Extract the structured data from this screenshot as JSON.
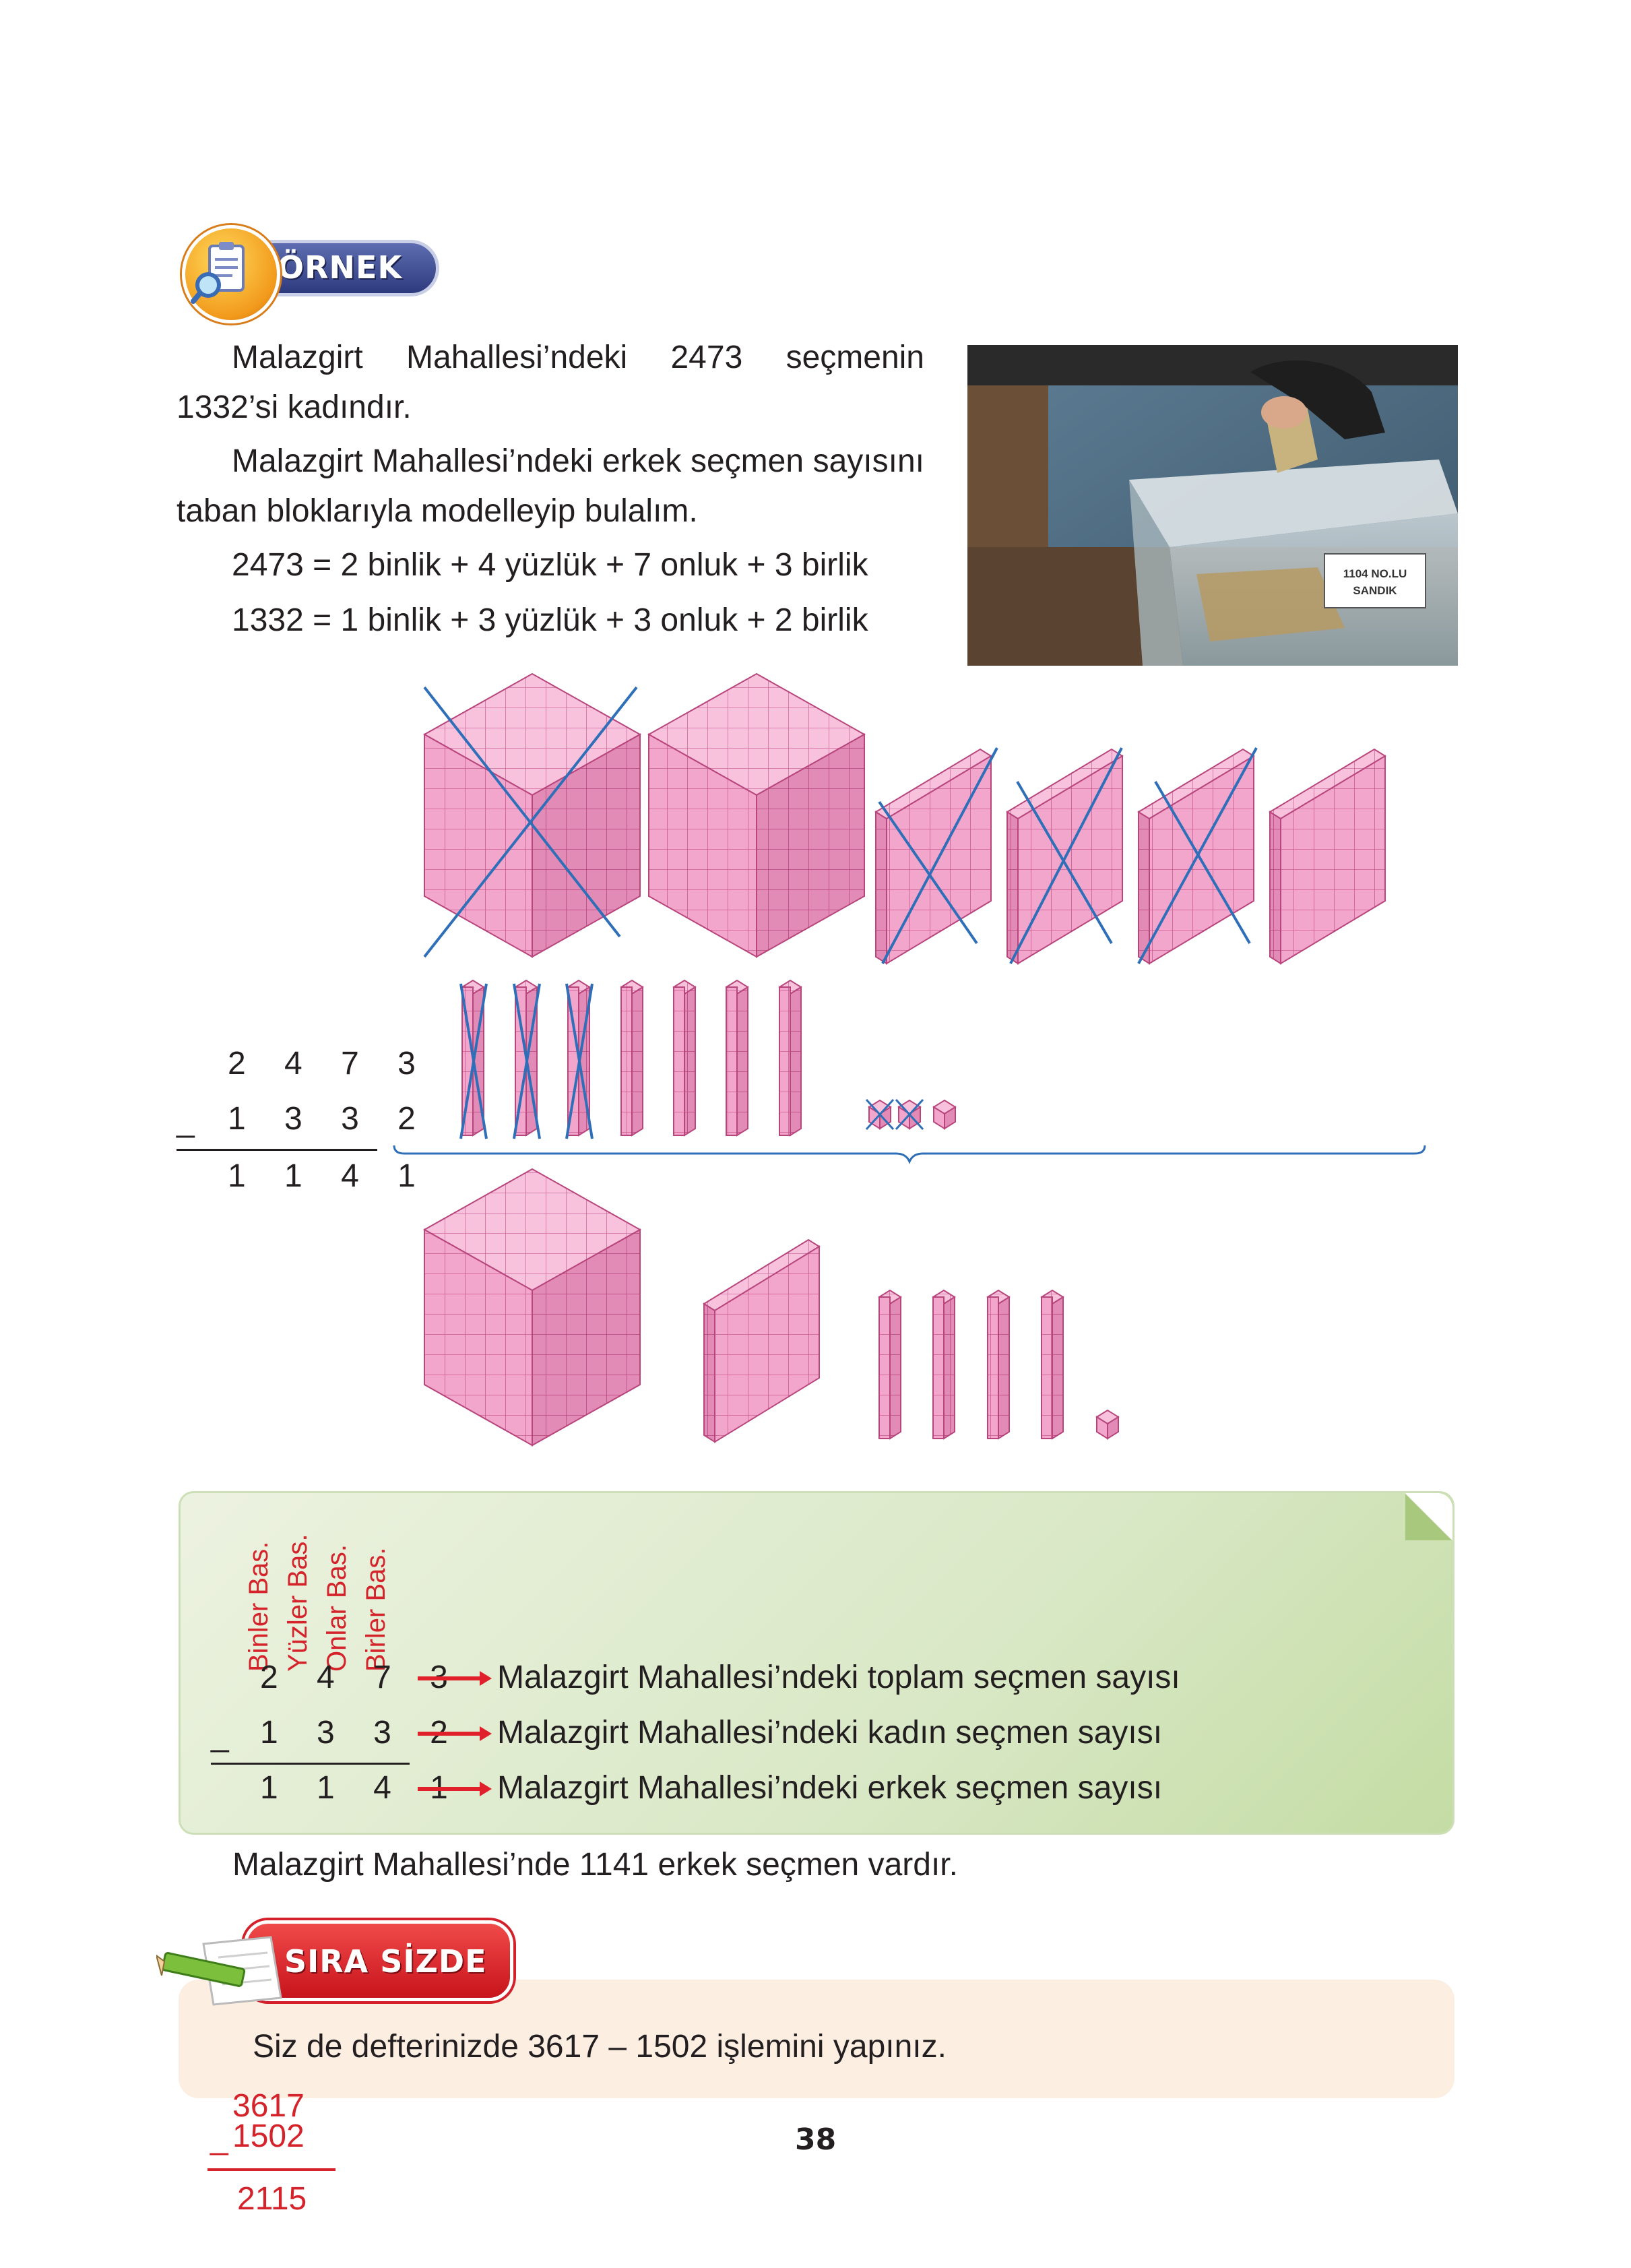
{
  "badge": {
    "label": "ÖRNEK",
    "icon": "clipboard-magnifier-icon"
  },
  "problem": {
    "sentence1": "Malazgirt Mahallesi’ndeki 2473 seçmenin 1332’si kadındır.",
    "sentence2": "Malazgirt Mahallesi’ndeki erkek seçmen sayısını taban bloklarıyla modelleyip bulalım.",
    "eq1": "2473 = 2 binlik + 4 yüzlük + 7 onluk + 3 birlik",
    "eq2": "1332 = 1 binlik + 3 yüzlük + 3 onluk + 2 birlik"
  },
  "photo": {
    "sign_line1": "1104 NO.LU",
    "sign_line2": "SANDIK"
  },
  "subtraction": {
    "top": "2 4 7 3",
    "bottom": "1 3 3 2",
    "minus": "_",
    "result": "1 1 4 1"
  },
  "place_value": {
    "headers": [
      "Binler Bas.",
      "Yüzler Bas.",
      "Onlar Bas.",
      "Birler Bas."
    ],
    "rows": [
      {
        "digits": "2 4 7 3",
        "desc": "Malazgirt Mahallesi’ndeki toplam seçmen sayısı"
      },
      {
        "digits": "1 3 3 2",
        "desc": "Malazgirt Mahallesi’ndeki kadın seçmen sayısı"
      },
      {
        "digits": "1 1 4 1",
        "desc": "Malazgirt Mahallesi’ndeki erkek seçmen sayısı"
      }
    ],
    "minus": "_"
  },
  "conclusion": "Malazgirt Mahallesi’nde 1141 erkek seçmen vardır.",
  "sira_sizde": {
    "label": "SIRA SİZDE",
    "task": "Siz de defterinizde 3617 – 1502 işlemini yapınız.",
    "handwritten_top": "3617",
    "handwritten_bottom": "1502",
    "handwritten_minus": "_",
    "handwritten_result": "2115"
  },
  "page_number": "38",
  "colors": {
    "block_pink": "#f3a6cc",
    "cross_blue": "#2f6fb8",
    "accent_red": "#d5232b",
    "badge_blue": "#3b4a94"
  }
}
